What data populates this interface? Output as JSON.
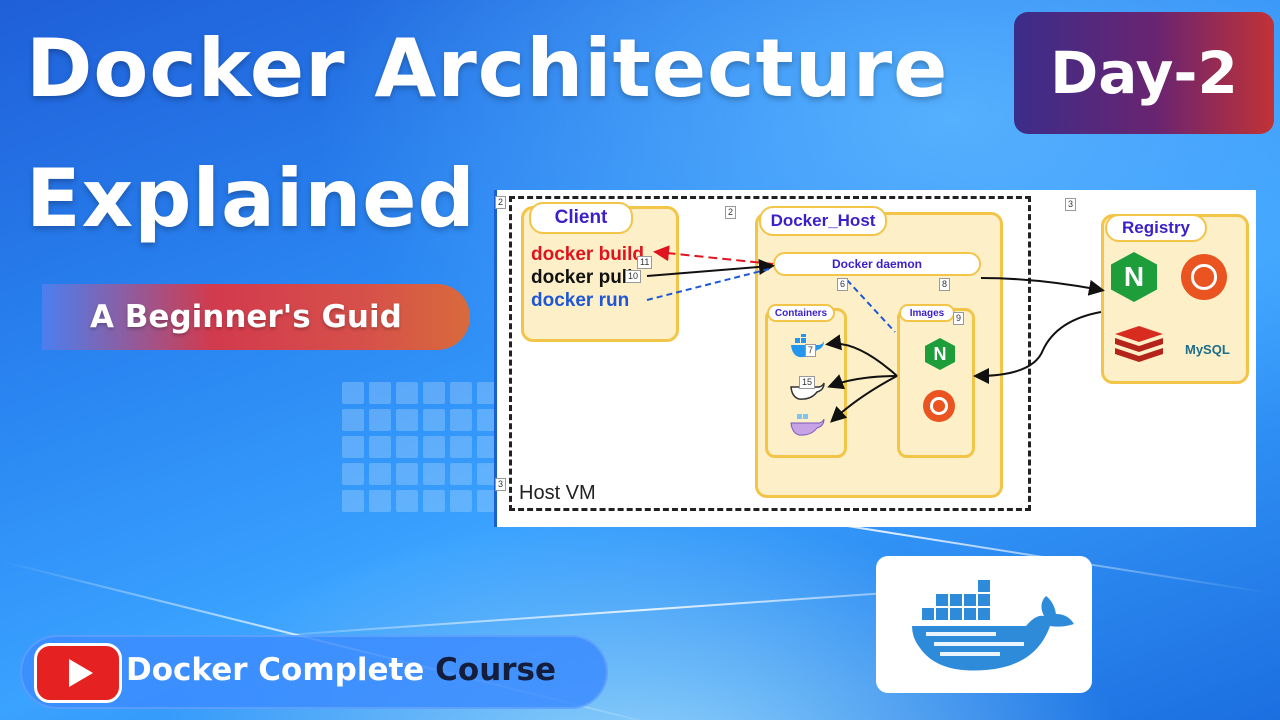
{
  "title": {
    "line1": "Docker Architecture",
    "line2": "Explained"
  },
  "badge": {
    "label": "Day-2"
  },
  "subtitle": {
    "label": "A Beginner's Guid"
  },
  "course": {
    "label_light": "Docker Complete",
    "label_dark": "Course"
  },
  "diagram": {
    "client": {
      "title": "Client",
      "commands": [
        {
          "text": "docker build",
          "color": "#e0141e"
        },
        {
          "text": "docker pull",
          "color": "#111111"
        },
        {
          "text": "docker run",
          "color": "#1e57d6"
        }
      ]
    },
    "docker_host": {
      "title": "Docker_Host",
      "daemon": "Docker daemon",
      "containers_title": "Containers",
      "images_title": "Images"
    },
    "registry": {
      "title": "Registry",
      "items": [
        "N",
        "MySQL"
      ]
    },
    "host_vm_label": "Host VM",
    "markers": [
      "2",
      "2",
      "3",
      "3",
      "11",
      "10",
      "6",
      "8",
      "9",
      "7",
      "15"
    ]
  },
  "colors": {
    "accent_blue": "#2a86f2",
    "box_fill": "#fdf0c8",
    "box_border": "#f2c448",
    "heading_purple": "#3b1fc9",
    "nginx_green": "#1e9e3a",
    "ubuntu_orange": "#e95420",
    "redis_red": "#d82c20",
    "youtube_red": "#e62121"
  },
  "icons": [
    "youtube-play-icon",
    "docker-whale-icon",
    "nginx-icon",
    "ubuntu-icon",
    "redis-icon",
    "mysql-icon"
  ]
}
